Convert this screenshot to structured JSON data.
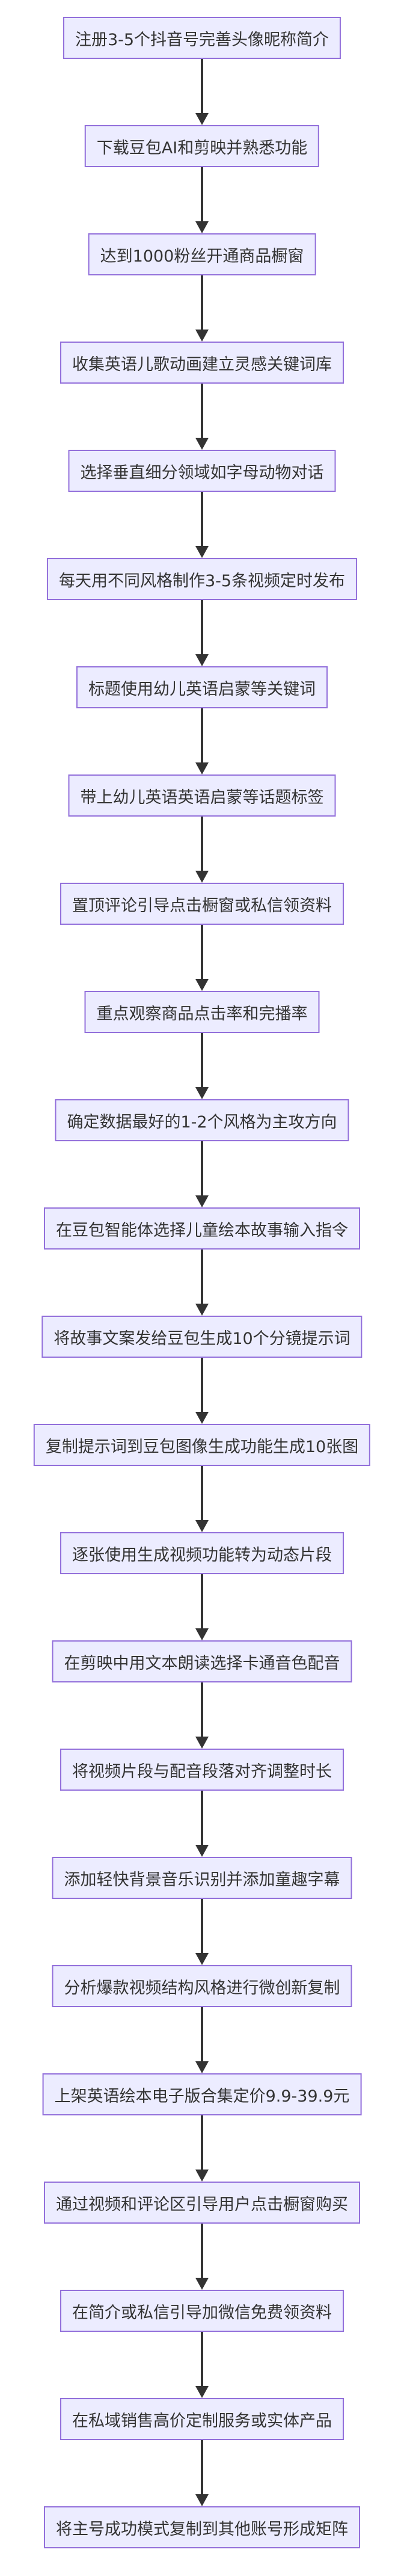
{
  "diagram": {
    "colors": {
      "node_fill": "#ececff",
      "node_border": "#9370db",
      "text": "#333333",
      "arrow": "#333333"
    },
    "nodes": [
      {
        "label": "注册3-5个抖音号完善头像昵称简介"
      },
      {
        "label": "下载豆包AI和剪映并熟悉功能"
      },
      {
        "label": "达到1000粉丝开通商品橱窗"
      },
      {
        "label": "收集英语儿歌动画建立灵感关键词库"
      },
      {
        "label": "选择垂直细分领域如字母动物对话"
      },
      {
        "label": "每天用不同风格制作3-5条视频定时发布"
      },
      {
        "label": "标题使用幼儿英语启蒙等关键词"
      },
      {
        "label": "带上幼儿英语英语启蒙等话题标签"
      },
      {
        "label": "置顶评论引导点击橱窗或私信领资料"
      },
      {
        "label": "重点观察商品点击率和完播率"
      },
      {
        "label": "确定数据最好的1-2个风格为主攻方向"
      },
      {
        "label": "在豆包智能体选择儿童绘本故事输入指令"
      },
      {
        "label": "将故事文案发给豆包生成10个分镜提示词"
      },
      {
        "label": "复制提示词到豆包图像生成功能生成10张图"
      },
      {
        "label": "逐张使用生成视频功能转为动态片段"
      },
      {
        "label": "在剪映中用文本朗读选择卡通音色配音"
      },
      {
        "label": "将视频片段与配音段落对齐调整时长"
      },
      {
        "label": "添加轻快背景音乐识别并添加童趣字幕"
      },
      {
        "label": "分析爆款视频结构风格进行微创新复制"
      },
      {
        "label": "上架英语绘本电子版合集定价9.9-39.9元"
      },
      {
        "label": "通过视频和评论区引导用户点击橱窗购买"
      },
      {
        "label": "在简介或私信引导加微信免费领资料"
      },
      {
        "label": "在私域销售高价定制服务或实体产品"
      },
      {
        "label": "将主号成功模式复制到其他账号形成矩阵"
      }
    ]
  }
}
